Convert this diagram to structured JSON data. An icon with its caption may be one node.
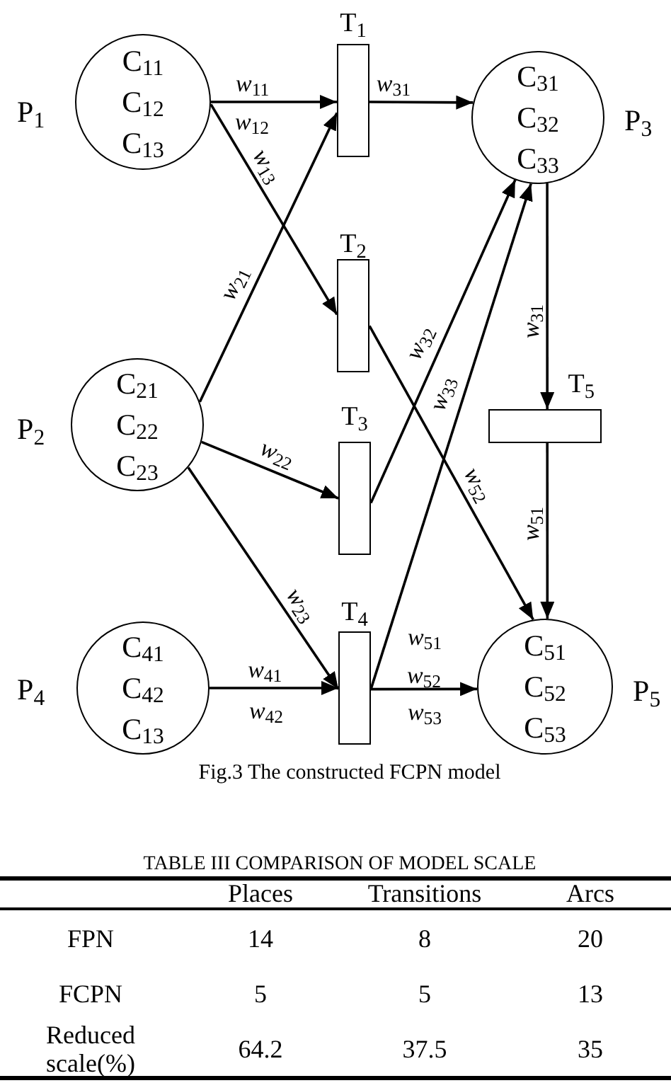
{
  "diagram": {
    "caption": "Fig.3 The constructed FCPN model",
    "nodes": [
      {
        "text": [
          "P$_{1}$",
          "C$_{11}$",
          "C$_{12}$",
          "C$_{13}$"
        ]
      },
      {
        "text": [
          "P$_{2}$",
          "C$_{21}$",
          "C$_{22}$",
          "C$_{23}$"
        ]
      },
      {
        "text": [
          "P$_{4}$",
          "C$_{41}$",
          "C$_{42}$",
          "C$_{13}$"
        ]
      },
      {
        "text": [
          "T$_{1}$"
        ]
      },
      {
        "text": [
          "T$_{2}$"
        ]
      },
      {
        "text": [
          "T$_{3}$"
        ]
      },
      {
        "text": [
          "T$_{4}$"
        ]
      },
      {
        "text": [
          "P$_{3}$",
          "C$_{31}$",
          "C$_{32}$",
          "C$_{33}$"
        ]
      },
      {
        "text": [
          "T$_{5}$"
        ]
      },
      {
        "text": [
          "P$_{5}$",
          "C$_{51}$",
          "C$_{52}$",
          "C$_{53}$"
        ]
      }
    ],
    "edges": [
      {
        "from": 0,
        "to": 3,
        "arrow": "to",
        "label": "*w*$_{11}$"
      },
      {
        "from": 0,
        "to": 4,
        "arrow": "to",
        "label": "*w*$_{13}$"
      },
      {
        "from": 1,
        "to": 3,
        "arrow": "to",
        "label": "*w*$_{21}$"
      },
      {
        "from": 1,
        "to": 5,
        "arrow": "to",
        "label": "*w*$_{22}$"
      },
      {
        "from": 1,
        "to": 6,
        "arrow": "to",
        "label": "*w*$_{23}$"
      },
      {
        "from": 2,
        "to": 6,
        "arrow": "to",
        "label": "*w*$_{41}$"
      },
      {
        "from": 3,
        "to": 7,
        "arrow": "to",
        "label": "*w*$_{31}$"
      },
      {
        "from": 4,
        "to": 9,
        "arrow": "to",
        "label": "*w*$_{52}$"
      },
      {
        "from": 5,
        "to": 7,
        "arrow": "to",
        "label": "*w*$_{32}$"
      },
      {
        "from": 6,
        "to": 7,
        "arrow": "to",
        "label": "*w*$_{33}$"
      },
      {
        "from": 6,
        "to": 9,
        "arrow": "to",
        "label": "*w*$_{52}$"
      },
      {
        "from": 7,
        "to": 8,
        "arrow": "to",
        "label": "*w*$_{31}$"
      },
      {
        "from": 8,
        "to": 9,
        "arrow": "to",
        "label": "*w*$_{51}$"
      }
    ],
    "labels": [
      "*w*$_{12}$",
      "*w*$_{51}$",
      "*w*$_{42}$",
      "*w*$_{53}$",
      "TABLE III COMPARISON OF MODEL SCALE",
      "Places",
      "Transitions",
      "Arcs",
      "FPN",
      "14",
      "8",
      "20",
      "FCPN",
      "5",
      "5",
      "13",
      "Reduced scale(%)",
      "64.2",
      "37.5",
      "35"
    ]
  }
}
